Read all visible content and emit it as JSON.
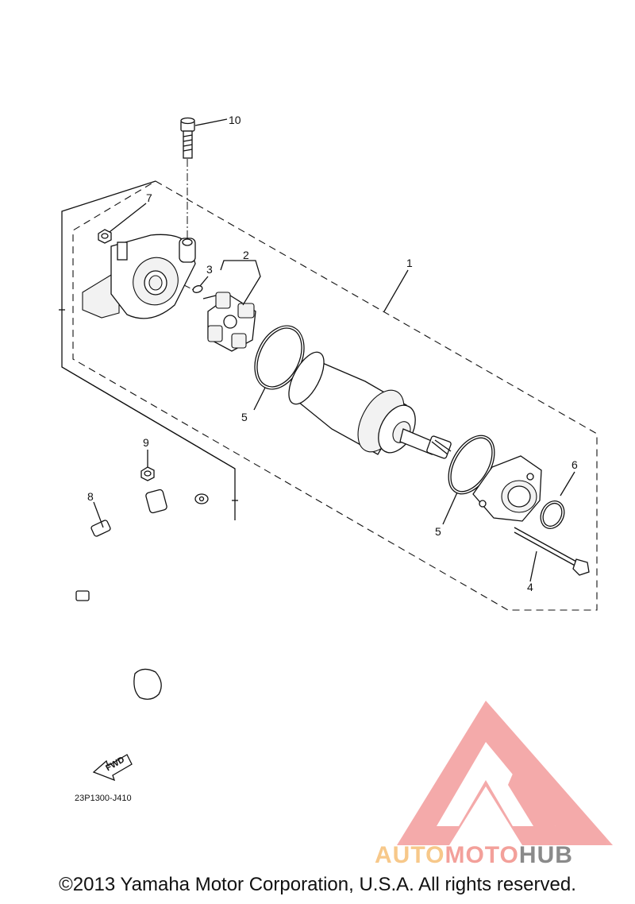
{
  "diagram": {
    "callouts": [
      "1",
      "2",
      "3",
      "4",
      "5",
      "5",
      "6",
      "7",
      "8",
      "9",
      "10"
    ],
    "fwd_label": "FWD",
    "diagram_code": "23P1300-J410"
  },
  "watermark": {
    "part1": "AUTO",
    "part2": "MOTO",
    "part3": "HUB",
    "colors": {
      "auto": "#f7c88a",
      "moto": "#f3a09a",
      "hub": "#8a8a8a",
      "logo": "#f39c9c"
    }
  },
  "footer": {
    "copyright": "©2013 Yamaha Motor Corporation, U.S.A. All rights reserved."
  }
}
